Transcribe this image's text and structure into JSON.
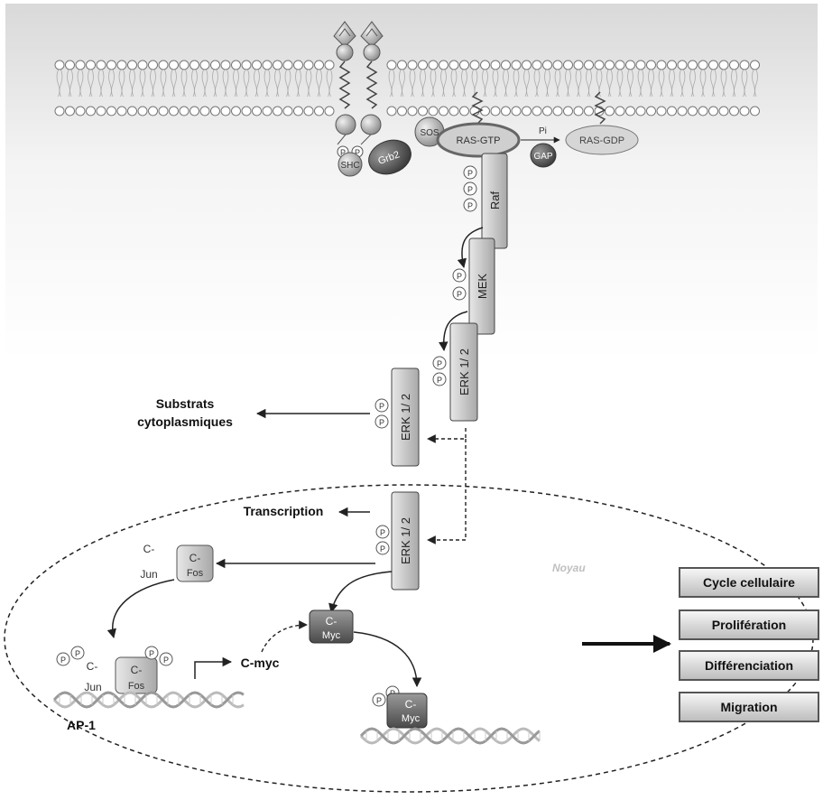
{
  "receptor": {
    "phospho": "P",
    "shc": "SHC",
    "grb2": "Grb2",
    "sos": "SOS",
    "ras_gtp": "RAS-GTP",
    "gap": "GAP",
    "pi": "Pi",
    "ras_gdp": "RAS-GDP"
  },
  "cascade": {
    "raf": "Raf",
    "mek": "MEK",
    "erk": "ERK 1/ 2"
  },
  "cytoplasm": {
    "substrates_line1": "Substrats",
    "substrates_line2": "cytoplasmiques"
  },
  "nucleus": {
    "label": "Noyau",
    "transcription": "Transcription",
    "c_jun_top": "C-",
    "c_jun_bottom": "Jun",
    "c_fos_top": "C-",
    "c_fos_bottom": "Fos",
    "c_myc_top": "C-",
    "c_myc_bottom": "Myc",
    "c_myc_gene": "C-myc",
    "ap1": "AP-1"
  },
  "outcomes": [
    "Cycle cellulaire",
    "Prolifération",
    "Différenciation",
    "Migration"
  ]
}
